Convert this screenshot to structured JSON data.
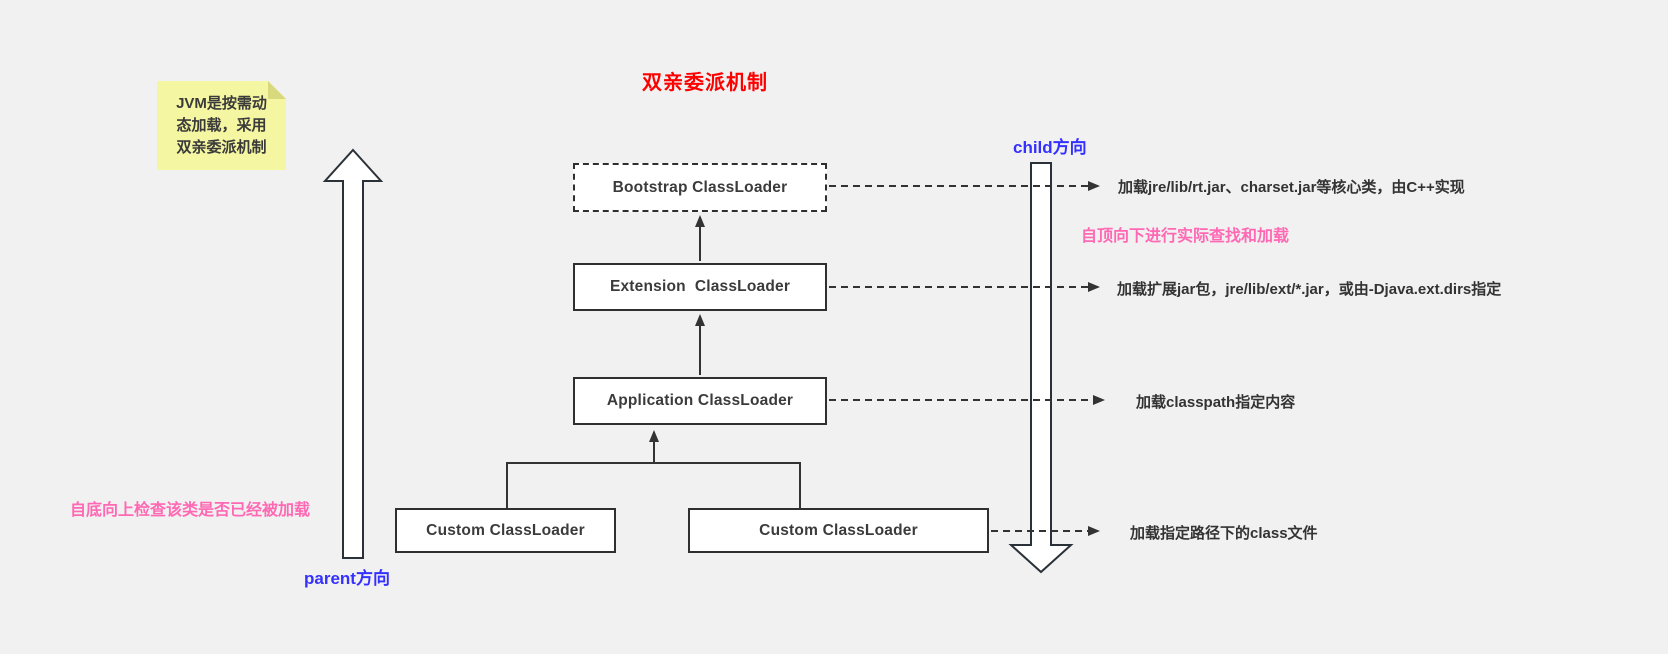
{
  "title": "双亲委派机制",
  "sticky_note": {
    "line1": "JVM是按需动",
    "line2": "态加载，采用",
    "line3": "双亲委派机制"
  },
  "direction_labels": {
    "parent": "parent方向",
    "child": "child方向"
  },
  "hints": {
    "bottom_up": "自底向上检查该类是否已经被加载",
    "top_down": "自顶向下进行实际查找和加载"
  },
  "loaders": {
    "bootstrap": {
      "label": "Bootstrap ClassLoader",
      "annotation": "加载jre/lib/rt.jar、charset.jar等核心类，由C++实现"
    },
    "extension": {
      "label": "Extension  ClassLoader",
      "annotation": "加载扩展jar包，jre/lib/ext/*.jar，或由-Djava.ext.dirs指定"
    },
    "application": {
      "label": "Application ClassLoader",
      "annotation": "加载classpath指定内容"
    },
    "custom_left": {
      "label": "Custom ClassLoader"
    },
    "custom_right": {
      "label": "Custom ClassLoader",
      "annotation": "加载指定路径下的class文件"
    }
  },
  "colors": {
    "background": "#f1f1f1",
    "title_red": "#fe0000",
    "hint_pink": "#ff69b4",
    "direction_blue": "#3430ff",
    "note_yellow": "#f4f6a2",
    "note_fold": "#d7d97c",
    "box_border": "#2f2f2f",
    "line_dark": "#333333",
    "box_fill": "#ffffff"
  }
}
